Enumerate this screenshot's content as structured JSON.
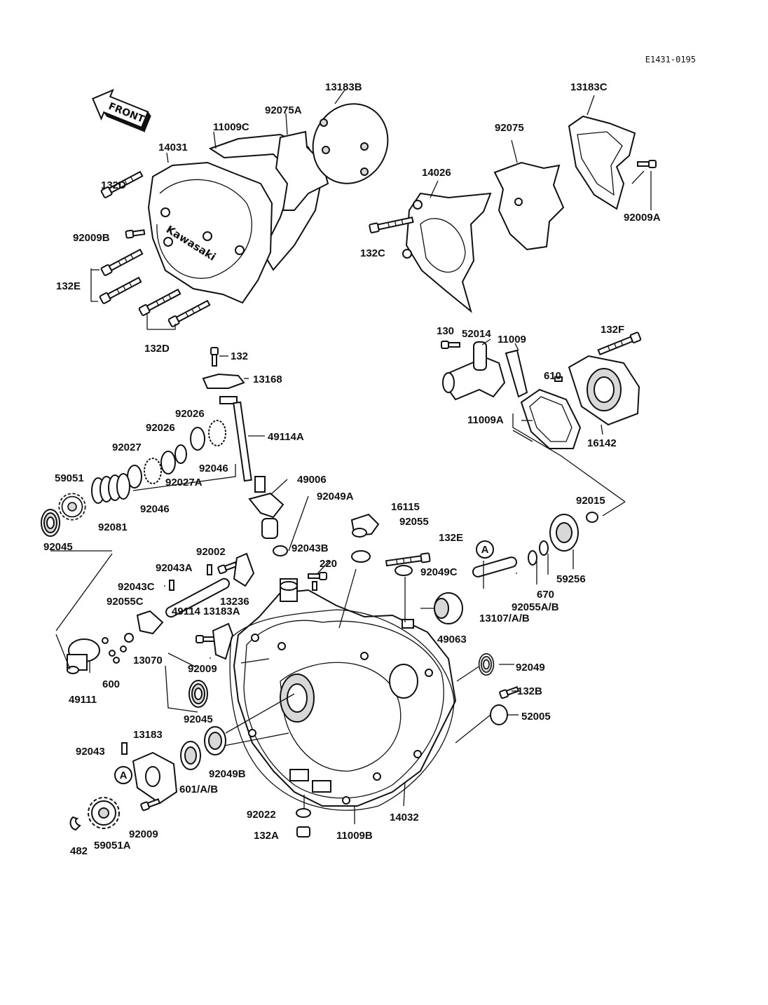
{
  "diagram_code": "E1431-0195",
  "front_label": "FRONT",
  "brand_text": "Kawasaki",
  "circle_ref": "A",
  "parts": {
    "p13183B": "13183B",
    "p92075A": "92075A",
    "p11009C": "11009C",
    "p14031": "14031",
    "p132D_a": "132D",
    "p92009B": "92009B",
    "p132E_a": "132E",
    "p132D_b": "132D",
    "p13183C": "13183C",
    "p92075": "92075",
    "p14026": "14026",
    "p132C": "132C",
    "p92009A": "92009A",
    "p130": "130",
    "p52014": "52014",
    "p11009": "11009",
    "p132F": "132F",
    "p610": "610",
    "p11009A": "11009A",
    "p16142": "16142",
    "p132": "132",
    "p13168": "13168",
    "p92026_a": "92026",
    "p92026_b": "92026",
    "p92027": "92027",
    "p49114A": "49114A",
    "p59051": "59051",
    "p92046_a": "92046",
    "p92027A": "92027A",
    "p92046_b": "92046",
    "p92081": "92081",
    "p92045_a": "92045",
    "p49006": "49006",
    "p92049A": "92049A",
    "p16115": "16115",
    "p92055": "92055",
    "p132E_b": "132E",
    "p92015": "92015",
    "p92002": "92002",
    "p92043A": "92043A",
    "p92043B": "92043B",
    "p220": "220",
    "p92049C": "92049C",
    "p92043C": "92043C",
    "p92055C": "92055C",
    "p13236": "13236",
    "p49114": "49114",
    "p13183A": "13183A",
    "p13070": "13070",
    "p600": "600",
    "p49111": "49111",
    "p92009_a": "92009",
    "p59256": "59256",
    "p670": "670",
    "p92055AB": "92055A/B",
    "p13107AB": "13107/A/B",
    "p49063": "49063",
    "p92049": "92049",
    "p132B": "132B",
    "p52005": "52005",
    "p92045_b": "92045",
    "p13183": "13183",
    "p92043": "92043",
    "p601AB": "601/A/B",
    "p92049B": "92049B",
    "p92009_b": "92009",
    "p482": "482",
    "p59051A": "59051A",
    "p92022": "92022",
    "p132A": "132A",
    "p11009B": "11009B",
    "p14032": "14032"
  }
}
